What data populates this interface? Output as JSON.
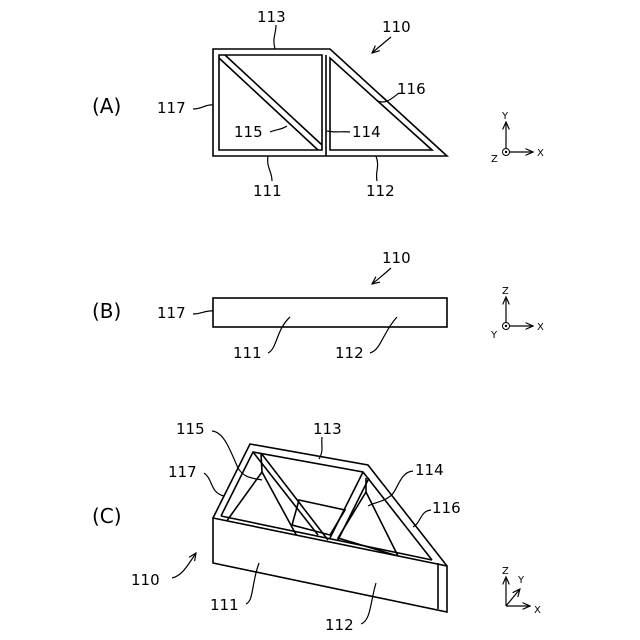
{
  "views": {
    "a": {
      "panel": "(A)",
      "refs": {
        "r110": "110",
        "r113": "113",
        "r116": "116",
        "r117": "117",
        "r115": "115",
        "r114": "114",
        "r111": "111",
        "r112": "112"
      },
      "axes": {
        "y": "Y",
        "z": "Z",
        "x": "X"
      }
    },
    "b": {
      "panel": "(B)",
      "refs": {
        "r110": "110",
        "r117": "117",
        "r111": "111",
        "r112": "112"
      },
      "axes": {
        "z": "Z",
        "y": "Y",
        "x": "X"
      }
    },
    "c": {
      "panel": "(C)",
      "refs": {
        "r115": "115",
        "r113": "113",
        "r117": "117",
        "r114": "114",
        "r116": "116",
        "r110": "110",
        "r111": "111",
        "r112": "112"
      },
      "axes": {
        "z": "Z",
        "y": "Y",
        "x": "X"
      }
    }
  }
}
